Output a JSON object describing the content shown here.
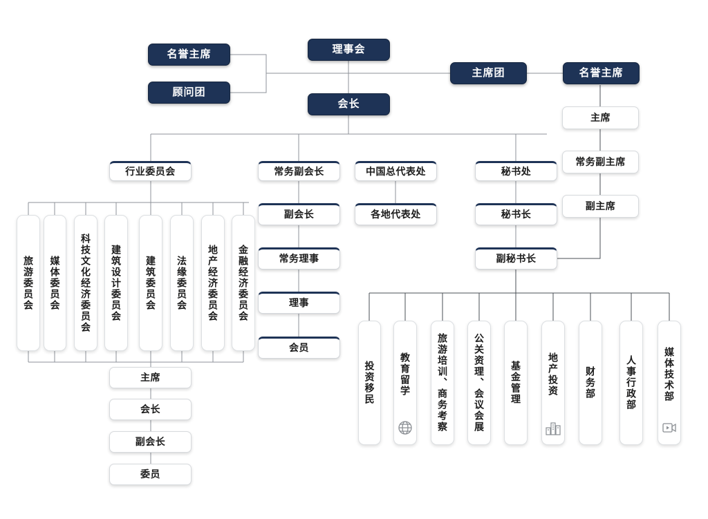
{
  "theme": {
    "dark_fill": "#1e3356",
    "cap_bar": "#1e3356",
    "line_color": "#8d9299",
    "line_color_strong": "#4a4f56",
    "canvas": "#ffffff"
  },
  "nodes": {
    "honorary_chair_left": "名誉主席",
    "advisory_board": "顾问团",
    "board_of_directors": "理事会",
    "presidium": "主席团",
    "honorary_chair_right": "名誉主席",
    "president": "会长",
    "chairman_right": "主席",
    "exec_vice_chairman": "常务副主席",
    "vice_chairman": "副主席",
    "industry_committee": "行业委员会",
    "exec_vice_president": "常务副会长",
    "china_rep_office": "中国总代表处",
    "local_rep_offices": "各地代表处",
    "secretariat": "秘书处",
    "vice_president": "副会长",
    "secretary_general": "秘书长",
    "exec_director": "常务理事",
    "deputy_secretary_general": "副秘书长",
    "director": "理事",
    "member": "会员",
    "chairman_bottom": "主席",
    "president_bottom": "会长",
    "vice_president_bottom": "副会长",
    "committee_member_bottom": "委员"
  },
  "committees": [
    {
      "label": "旅游委员会"
    },
    {
      "label": "媒体委员会"
    },
    {
      "label": "科技文化经济委员会"
    },
    {
      "label": "建筑设计委员会"
    },
    {
      "label": "建筑委员会"
    },
    {
      "label": "法缘委员会"
    },
    {
      "label": "地产经济委员会"
    },
    {
      "label": "金融经济委员会"
    }
  ],
  "departments": [
    {
      "label": "投资移民",
      "icon": ""
    },
    {
      "label": "教育留学",
      "icon": "globe-icon"
    },
    {
      "label": "旅游培训、商务考察",
      "icon": ""
    },
    {
      "label": "公关资理、会议会展",
      "icon": ""
    },
    {
      "label": "基金管理",
      "icon": ""
    },
    {
      "label": "地产投资",
      "icon": "building-icon"
    },
    {
      "label": "财务部",
      "icon": ""
    },
    {
      "label": "人事行政部",
      "icon": ""
    },
    {
      "label": "媒体技术部",
      "icon": "video-icon"
    }
  ]
}
